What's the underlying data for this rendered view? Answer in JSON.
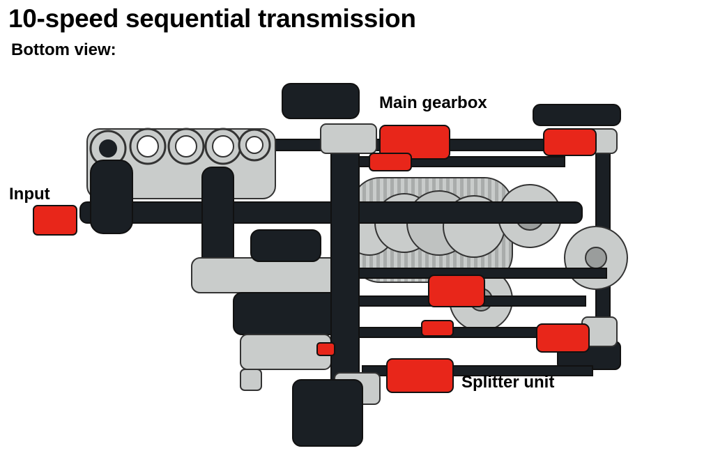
{
  "title": "10-speed sequential transmission",
  "subtitle": "Bottom view:",
  "labels": {
    "main_gearbox": "Main gearbox",
    "input": "Input",
    "splitter_unit": "Splitter unit"
  },
  "colors": {
    "black_frame": "#1a1f24",
    "light_gray": "#c9cccb",
    "mid_gray": "#9a9d9c",
    "red_connector": "#e8261a",
    "outline": "#111111"
  }
}
